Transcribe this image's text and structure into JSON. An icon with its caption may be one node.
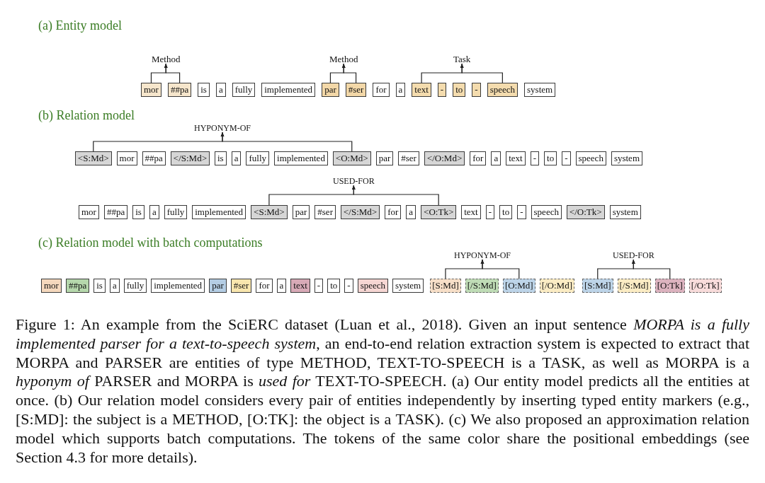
{
  "diagram": {
    "caption": "Figure 1: An example from the SciERC dataset (Luan et al., 2018). Given an input sentence *MORPA is a fully implemented parser for a text-to-speech system*, an end-to-end relation extraction system is expected to extract that MORPA and PARSER are entities of type METHOD, TEXT-TO-SPEECH is a TASK, as well as MORPA is a *hyponym of* PARSER and MORPA is *used for* TEXT-TO-SPEECH. (a) Our entity model predicts all the entities at once. (b) Our relation model considers every pair of entities independently by inserting typed entity markers (e.g., [S:MD]: the subject is a METHOD, [O:TK]: the object is a TASK). (c) We also proposed an approximation relation model which supports batch computations. The tokens of the same color share the positional embeddings (see Section 4.3 for more details).",
    "nodes": [
      {
        "text": [
          "Method"
        ]
      },
      {
        "text": [
          "Method"
        ]
      },
      {
        "text": [
          "Task"
        ]
      },
      {
        "text": [
          "mor"
        ]
      },
      {
        "text": [
          "##pa"
        ]
      },
      {
        "text": [
          "is"
        ]
      },
      {
        "text": [
          "a"
        ]
      },
      {
        "text": [
          "fully"
        ]
      },
      {
        "text": [
          "implemented"
        ]
      },
      {
        "text": [
          "par"
        ]
      },
      {
        "text": [
          "#ser"
        ]
      },
      {
        "text": [
          "for"
        ]
      },
      {
        "text": [
          "a"
        ]
      },
      {
        "text": [
          "text"
        ]
      },
      {
        "text": [
          "-"
        ]
      },
      {
        "text": [
          "to"
        ]
      },
      {
        "text": [
          "-"
        ]
      },
      {
        "text": [
          "speech"
        ]
      },
      {
        "text": [
          "system"
        ]
      },
      {
        "text": [
          "HYPONYM-OF"
        ]
      },
      {
        "text": [
          "<S:Md>"
        ]
      },
      {
        "text": [
          "mor"
        ]
      },
      {
        "text": [
          "##pa"
        ]
      },
      {
        "text": [
          "</S:Md>"
        ]
      },
      {
        "text": [
          "is"
        ]
      },
      {
        "text": [
          "a"
        ]
      },
      {
        "text": [
          "fully"
        ]
      },
      {
        "text": [
          "implemented"
        ]
      },
      {
        "text": [
          "<O:Md>"
        ]
      },
      {
        "text": [
          "par"
        ]
      },
      {
        "text": [
          "#ser"
        ]
      },
      {
        "text": [
          "</O:Md>"
        ]
      },
      {
        "text": [
          "for"
        ]
      },
      {
        "text": [
          "a"
        ]
      },
      {
        "text": [
          "text"
        ]
      },
      {
        "text": [
          "-"
        ]
      },
      {
        "text": [
          "to"
        ]
      },
      {
        "text": [
          "-"
        ]
      },
      {
        "text": [
          "speech"
        ]
      },
      {
        "text": [
          "system"
        ]
      },
      {
        "text": [
          "USED-FOR"
        ]
      },
      {
        "text": [
          "mor"
        ]
      },
      {
        "text": [
          "##pa"
        ]
      },
      {
        "text": [
          "is"
        ]
      },
      {
        "text": [
          "a"
        ]
      },
      {
        "text": [
          "fully"
        ]
      },
      {
        "text": [
          "implemented"
        ]
      },
      {
        "text": [
          "<S:Md>"
        ]
      },
      {
        "text": [
          "par"
        ]
      },
      {
        "text": [
          "#ser"
        ]
      },
      {
        "text": [
          "</S:Md>"
        ]
      },
      {
        "text": [
          "for"
        ]
      },
      {
        "text": [
          "a"
        ]
      },
      {
        "text": [
          "<O:Tk>"
        ]
      },
      {
        "text": [
          "text"
        ]
      },
      {
        "text": [
          "-"
        ]
      },
      {
        "text": [
          "to"
        ]
      },
      {
        "text": [
          "-"
        ]
      },
      {
        "text": [
          "speech"
        ]
      },
      {
        "text": [
          "</O:Tk>"
        ]
      },
      {
        "text": [
          "system"
        ]
      },
      {
        "text": [
          "HYPONYM-OF"
        ]
      },
      {
        "text": [
          "USED-FOR"
        ]
      },
      {
        "text": [
          "mor"
        ]
      },
      {
        "text": [
          "##pa"
        ]
      },
      {
        "text": [
          "is"
        ]
      },
      {
        "text": [
          "a"
        ]
      },
      {
        "text": [
          "fully"
        ]
      },
      {
        "text": [
          "implemented"
        ]
      },
      {
        "text": [
          "par"
        ]
      },
      {
        "text": [
          "#ser"
        ]
      },
      {
        "text": [
          "for"
        ]
      },
      {
        "text": [
          "a"
        ]
      },
      {
        "text": [
          "text"
        ]
      },
      {
        "text": [
          "-"
        ]
      },
      {
        "text": [
          "to"
        ]
      },
      {
        "text": [
          "-"
        ]
      },
      {
        "text": [
          "speech"
        ]
      },
      {
        "text": [
          "system"
        ]
      },
      {
        "text": [
          "[S:Md]"
        ]
      },
      {
        "text": [
          "[/S:Md]"
        ]
      },
      {
        "text": [
          "[O:Md]"
        ]
      },
      {
        "text": [
          "[/O:Md]"
        ]
      },
      {
        "text": [
          "[S:Md]"
        ]
      },
      {
        "text": [
          "[/S:Md]"
        ]
      },
      {
        "text": [
          "[O:Tk]"
        ]
      },
      {
        "text": [
          "[/O:Tk]"
        ]
      }
    ],
    "edges": [
      {
        "from": 3,
        "to": 0,
        "arrow": "to"
      },
      {
        "from": 4,
        "to": 0,
        "arrow": "to"
      },
      {
        "from": 9,
        "to": 1,
        "arrow": "to"
      },
      {
        "from": 10,
        "to": 1,
        "arrow": "to"
      },
      {
        "from": 13,
        "to": 2,
        "arrow": "to"
      },
      {
        "from": 17,
        "to": 2,
        "arrow": "to"
      },
      {
        "from": 20,
        "to": 19,
        "arrow": "to"
      },
      {
        "from": 28,
        "to": 19,
        "arrow": "to"
      },
      {
        "from": 47,
        "to": 40,
        "arrow": "to"
      },
      {
        "from": 53,
        "to": 40,
        "arrow": "to"
      },
      {
        "from": 79,
        "to": 61,
        "arrow": "to"
      },
      {
        "from": 81,
        "to": 61,
        "arrow": "to"
      },
      {
        "from": 83,
        "to": 62,
        "arrow": "to"
      },
      {
        "from": 85,
        "to": 62,
        "arrow": "to"
      }
    ],
    "labels": [
      "(a) Entity model",
      "(b) Relation model",
      "(c) Relation model with batch computations"
    ]
  }
}
